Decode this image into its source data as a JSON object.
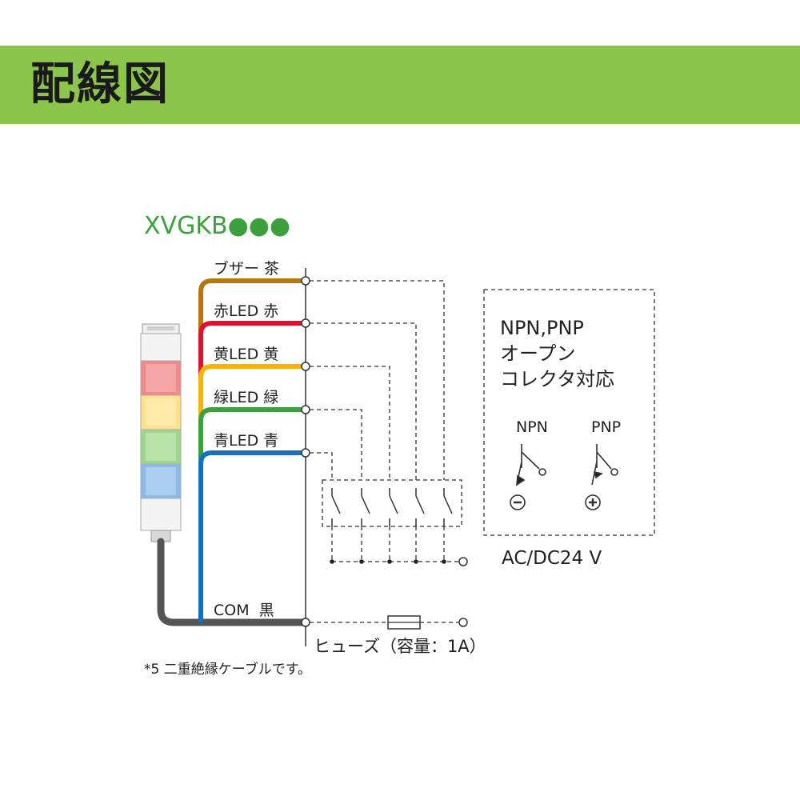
{
  "header": {
    "title": "配線図"
  },
  "model": "XVGKB●●●",
  "wires": [
    {
      "label": "ブザー 茶",
      "color": "#b8760f"
    },
    {
      "label": "赤LED 赤",
      "color": "#e2102e"
    },
    {
      "label": "黄LED 黄",
      "color": "#f2b500"
    },
    {
      "label": "緑LED 緑",
      "color": "#3aa13c"
    },
    {
      "label": "青LED 青",
      "color": "#1570c0"
    }
  ],
  "com_label": "COM  黒",
  "fuse_label": "ヒューズ（容量：1A）",
  "supply_label": "AC/DC24 V",
  "footnote": "*5 二重絶縁ケーブルです。",
  "output_box": {
    "lines": [
      "NPN,PNP",
      "オープン",
      "コレクタ対応"
    ],
    "npn": "NPN",
    "pnp": "PNP"
  },
  "colors": {
    "banner": "#8cc54c",
    "model_text": "#3aa13c",
    "cable": "#555555"
  }
}
